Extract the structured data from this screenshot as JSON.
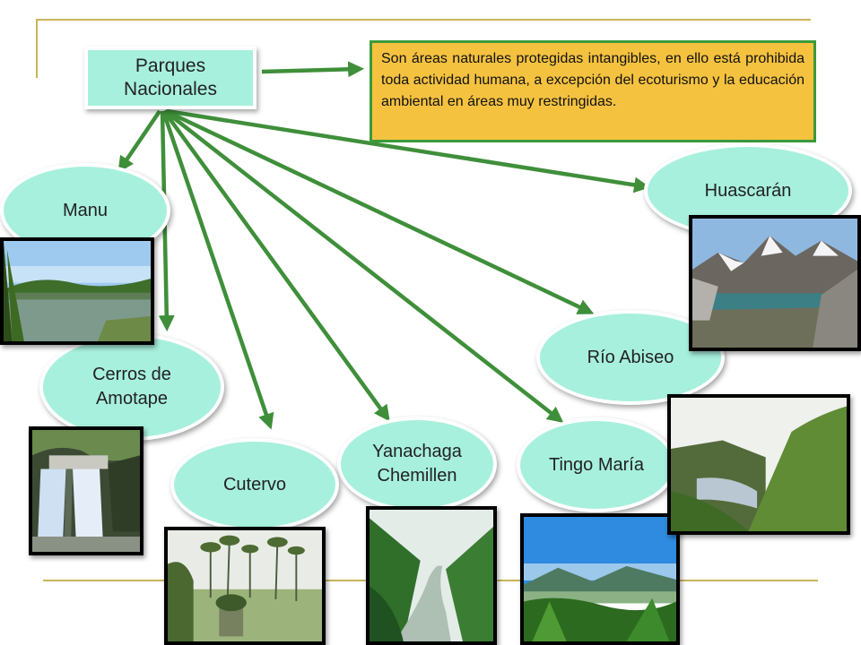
{
  "root": {
    "label_line1": "Parques",
    "label_line2": "Nacionales"
  },
  "definition": "Son áreas naturales protegidas intangibles, en ello está prohibida toda actividad humana, a excepción del ecoturismo y la educación ambiental en áreas muy restringidas.",
  "parks": {
    "manu": "Manu",
    "cerros_line1": "Cerros de",
    "cerros_line2": "Amotape",
    "cutervo": "Cutervo",
    "yanachaga_line1": "Yanachaga",
    "yanachaga_line2": "Chemillen",
    "tingo_maria": "Tingo María",
    "rio_abiseo": "Río Abiseo",
    "huascaran": "Huascarán"
  },
  "colors": {
    "arrow": "#3f8f3a",
    "node_fill": "#a7f0dd",
    "definition_fill": "#f5c240",
    "definition_border": "#3a9a3a",
    "frame_line": "#c8b45a"
  },
  "icons": [
    "lake-photo",
    "waterfall-photo",
    "palm-forest-photo",
    "river-valley-photo",
    "tropical-vista-photo",
    "hills-river-photo",
    "glacier-lake-photo"
  ]
}
